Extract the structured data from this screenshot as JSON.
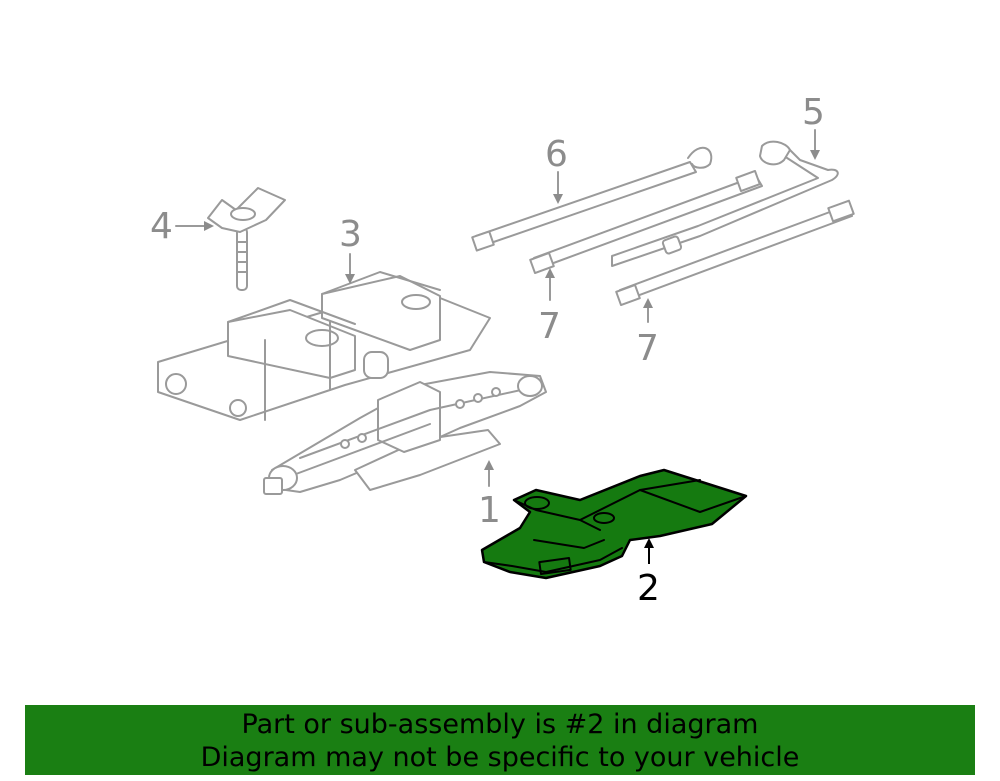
{
  "diagram": {
    "callouts": {
      "c1": "1",
      "c2": "2",
      "c3": "3",
      "c4": "4",
      "c5": "5",
      "c6": "6",
      "c7a": "7",
      "c7b": "7"
    },
    "highlighted_part": "2",
    "highlight_color": "#157a10",
    "line_color": "#9a9a9a"
  },
  "banner": {
    "line1": "Part or sub-assembly is #2 in diagram",
    "line2": "Diagram may not be specific to your vehicle",
    "background": "#1a7f13"
  }
}
